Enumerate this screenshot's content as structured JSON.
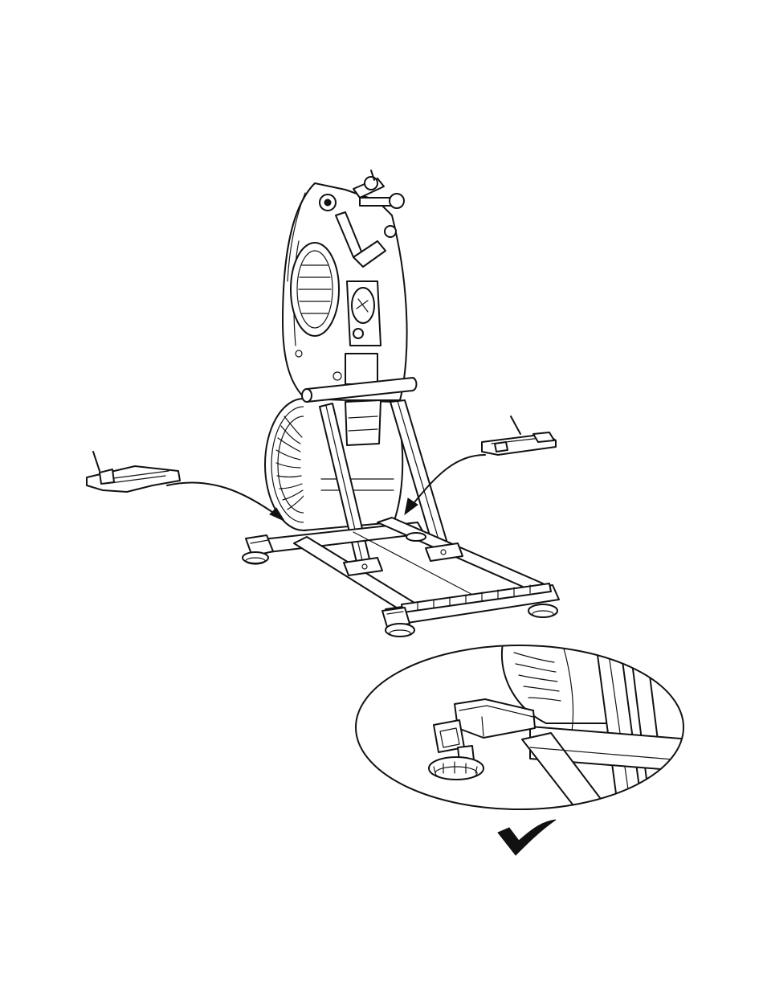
{
  "figure": {
    "subject": "machine-base-foot-cover-installation",
    "icons": {
      "machine": "machine-illustration",
      "left_part": "left-foot-cover-part",
      "right_part": "right-foot-cover-part",
      "detail": "detail-magnifier-ellipse",
      "check": "checkmark-icon"
    },
    "colors": {
      "line": "#111111",
      "background": "#ffffff"
    }
  }
}
